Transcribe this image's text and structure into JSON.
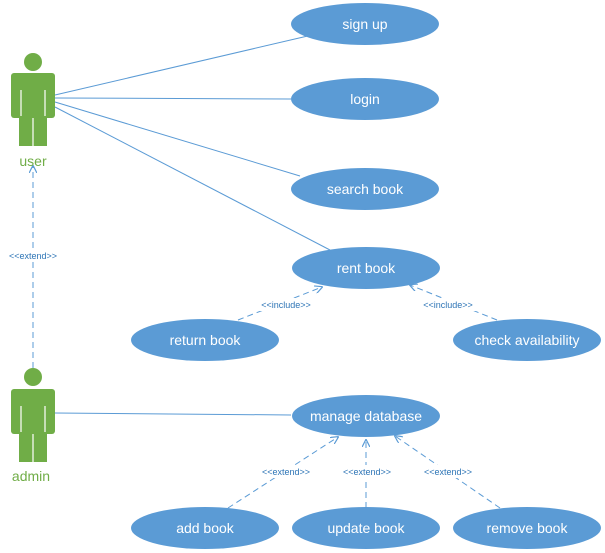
{
  "colors": {
    "usecase_fill": "#5b9bd5",
    "usecase_text": "#ffffff",
    "actor_fill": "#70ad47",
    "actor_label": "#70ad47",
    "line": "#5b9bd5",
    "stereotype_text": "#2e75b6"
  },
  "actors": {
    "user": "user",
    "admin": "admin"
  },
  "use_cases": {
    "sign_up": "sign up",
    "login": "login",
    "search_book": "search book",
    "rent_book": "rent book",
    "return_book": "return book",
    "check_availability": "check availability",
    "manage_database": "manage database",
    "add_book": "add book",
    "update_book": "update book",
    "remove_book": "remove book"
  },
  "relationships": {
    "extend_admin_user": "<<extend>>",
    "include_return": "<<include>>",
    "include_check": "<<include>>",
    "extend_add": "<<extend>>",
    "extend_update": "<<extend>>",
    "extend_remove": "<<extend>>"
  }
}
